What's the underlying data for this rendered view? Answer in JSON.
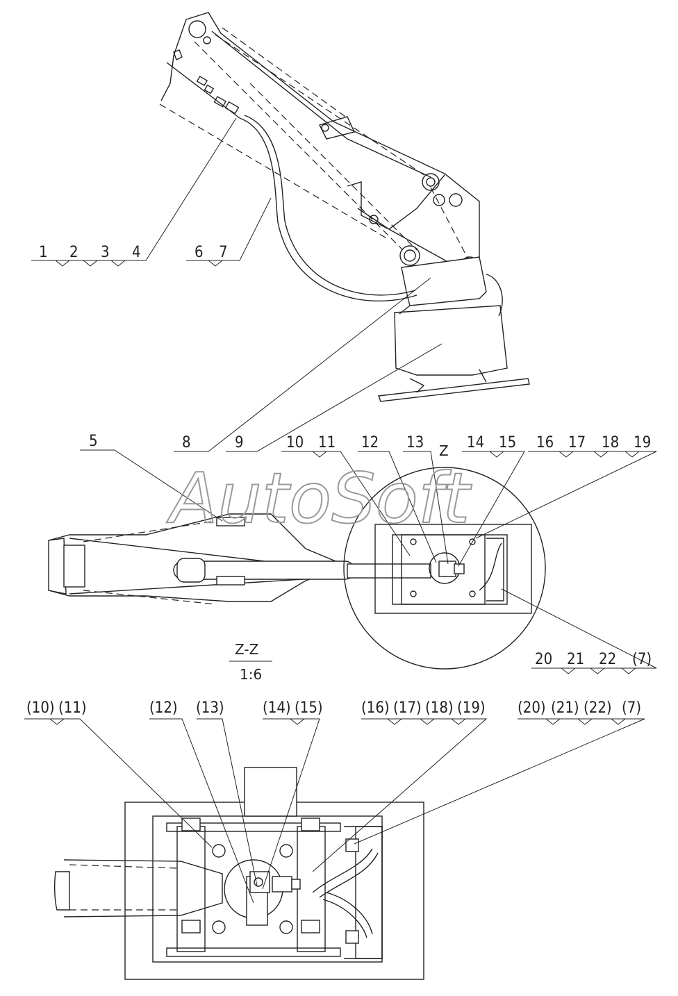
{
  "watermark": "AutoSoft",
  "section": {
    "title": "Z-Z",
    "scale": "1:6",
    "view_letter": "Z"
  },
  "callouts_top": [
    "1",
    "2",
    "3",
    "4",
    "6",
    "7",
    "8",
    "9"
  ],
  "callouts_mid": [
    "5",
    "10",
    "11",
    "12",
    "13",
    "14",
    "15",
    "16",
    "17",
    "18",
    "19",
    "20",
    "21",
    "22",
    "(7)"
  ],
  "callouts_bottom": [
    "(10)",
    "(11)",
    "(12)",
    "(13)",
    "(14)",
    "(15)",
    "(16)",
    "(17)",
    "(18)",
    "(19)",
    "(20)",
    "(21)",
    "(22)",
    "(7)"
  ]
}
